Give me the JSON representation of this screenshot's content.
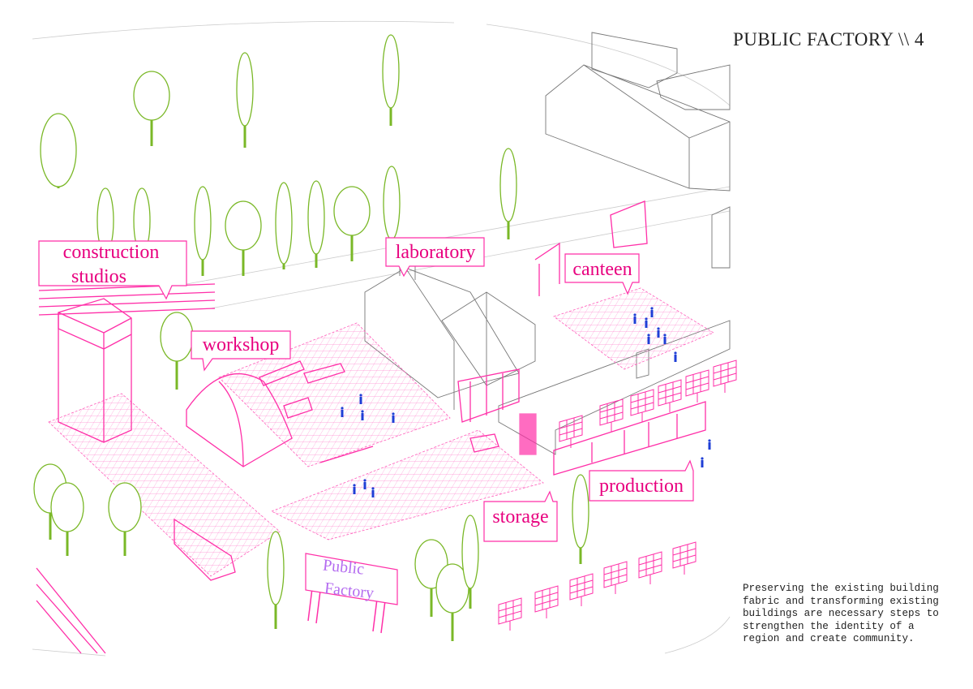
{
  "title": "PUBLIC FACTORY \\\\ 4",
  "description": [
    "Preserving the existing building",
    "fabric and transforming existing",
    "buildings are necessary steps to",
    "strengthen the identity of a",
    "region and create community."
  ],
  "labels": {
    "construction_line1": "construction",
    "construction_line2": "studios",
    "laboratory": "laboratory",
    "canteen": "canteen",
    "workshop": "workshop",
    "production": "production",
    "storage": "storage"
  },
  "sign": {
    "line1": "Public",
    "line2": "Factory"
  },
  "colors": {
    "accent": "#ff2fa8",
    "label_text": "#e8007f",
    "tree": "#7ab827",
    "sign_text": "#b46cf0",
    "people": "#1f3fd6",
    "building": "#777777"
  }
}
